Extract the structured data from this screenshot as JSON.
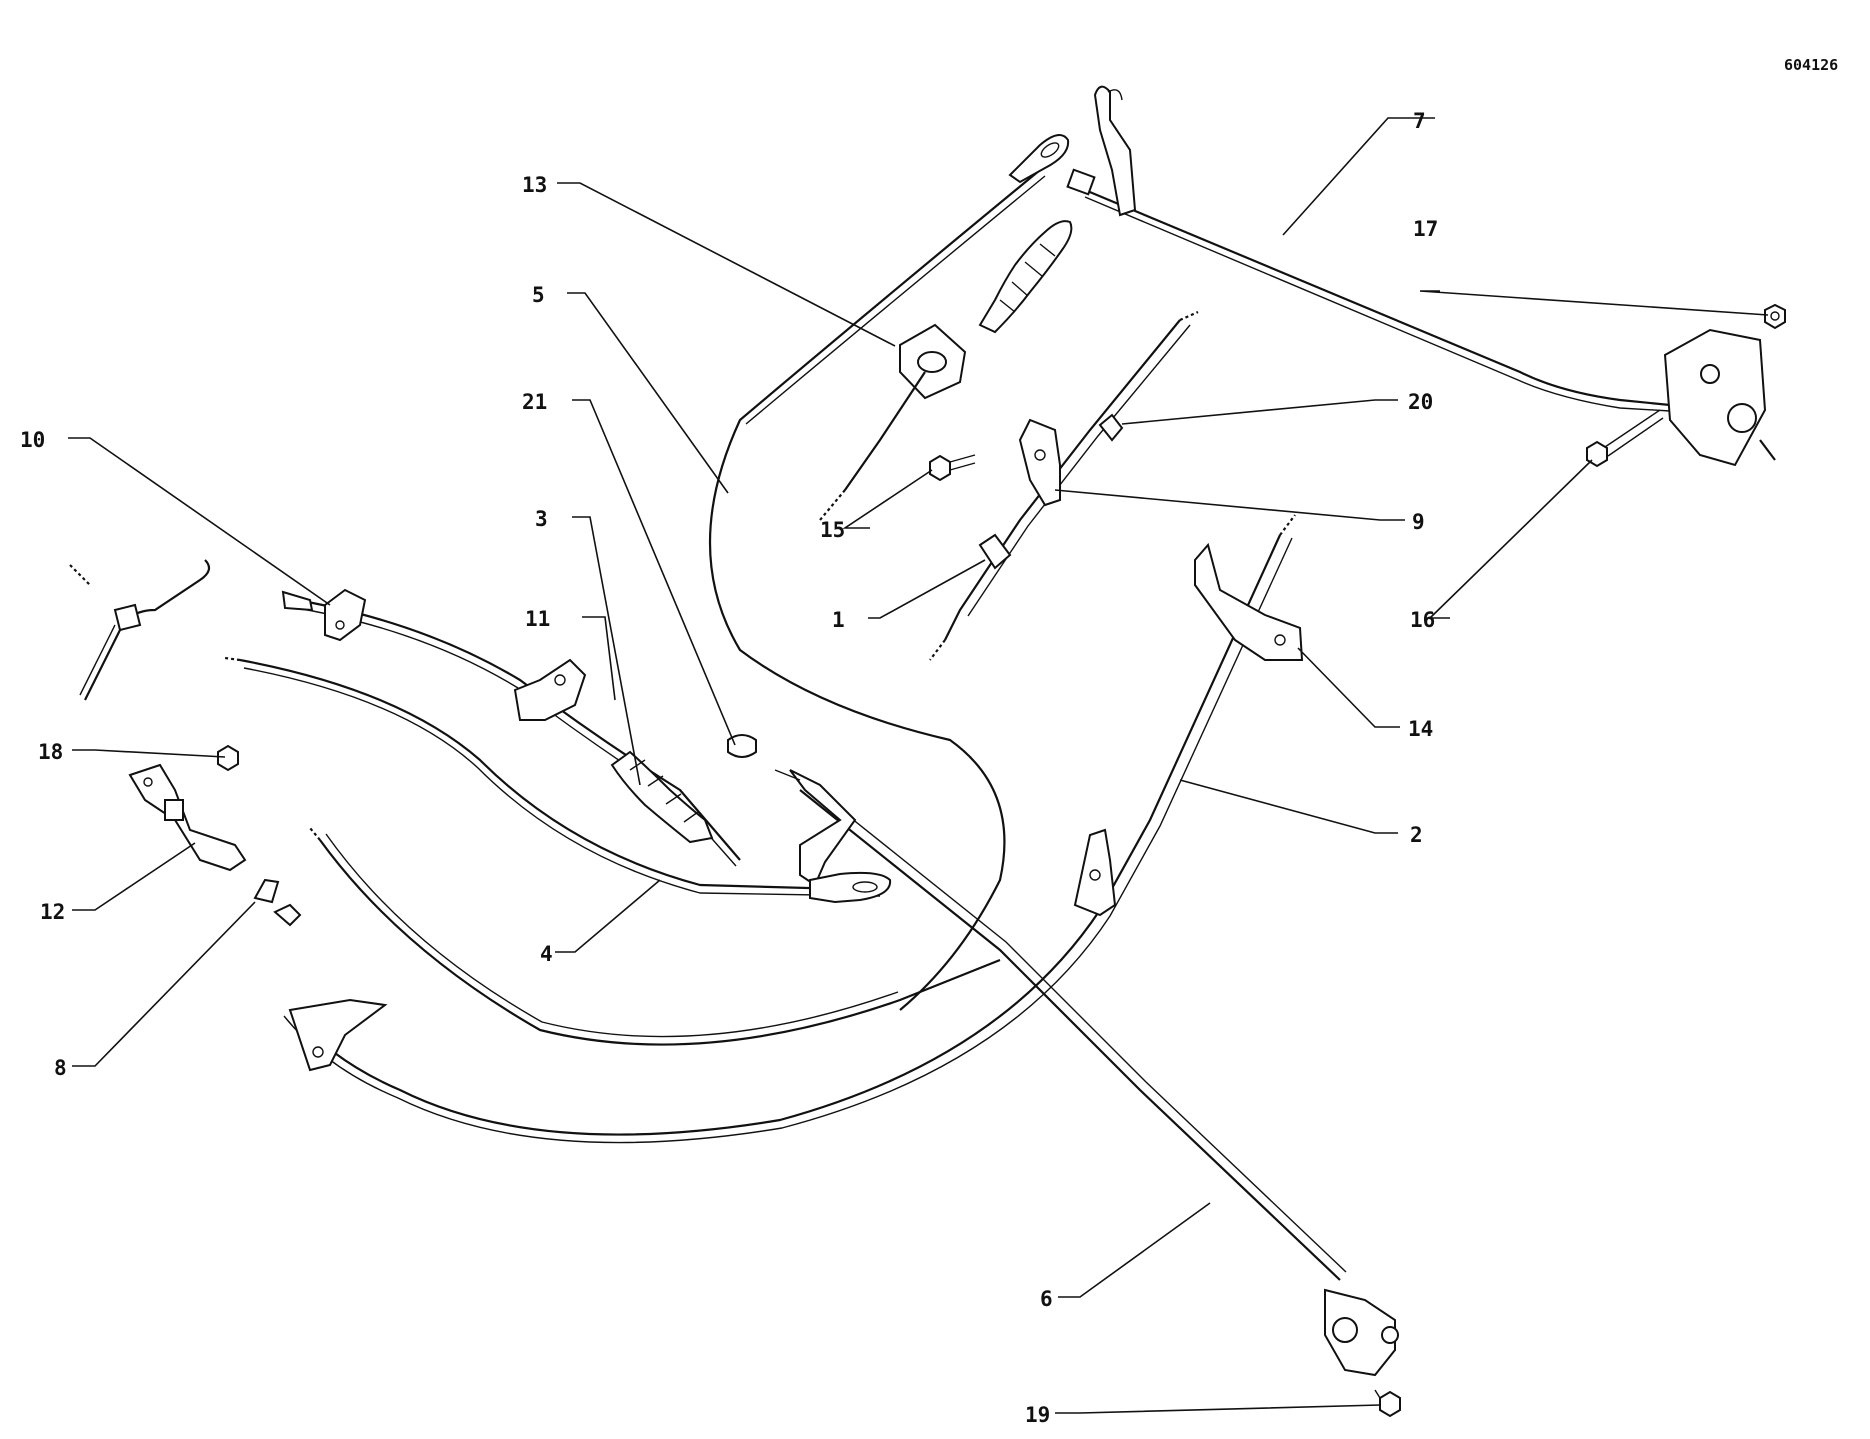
{
  "drawing_ref": "604126",
  "callouts": [
    {
      "id": "c1",
      "label": "1"
    },
    {
      "id": "c2",
      "label": "2"
    },
    {
      "id": "c3",
      "label": "3"
    },
    {
      "id": "c4",
      "label": "4"
    },
    {
      "id": "c5",
      "label": "5"
    },
    {
      "id": "c6",
      "label": "6"
    },
    {
      "id": "c7",
      "label": "7"
    },
    {
      "id": "c8",
      "label": "8"
    },
    {
      "id": "c9",
      "label": "9"
    },
    {
      "id": "c10",
      "label": "10"
    },
    {
      "id": "c11",
      "label": "11"
    },
    {
      "id": "c12",
      "label": "12"
    },
    {
      "id": "c13",
      "label": "13"
    },
    {
      "id": "c14",
      "label": "14"
    },
    {
      "id": "c15",
      "label": "15"
    },
    {
      "id": "c16",
      "label": "16"
    },
    {
      "id": "c17",
      "label": "17"
    },
    {
      "id": "c18",
      "label": "18"
    },
    {
      "id": "c19",
      "label": "19"
    },
    {
      "id": "c20",
      "label": "20"
    },
    {
      "id": "c21",
      "label": "21"
    }
  ]
}
